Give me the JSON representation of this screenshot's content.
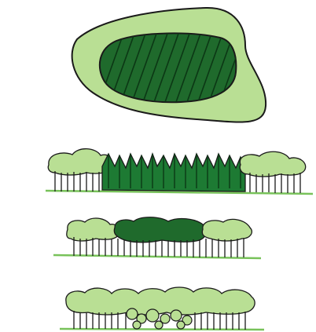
{
  "figure": {
    "colors": {
      "outline": "#1a1a1a",
      "pale_green": "#b9df94",
      "light_green": "#a6d47e",
      "mid_green": "#6cb84c",
      "dark_green": "#1f6a2c",
      "darker_green": "#134d1f",
      "conifer_green": "#1d7a33",
      "ground_green": "#78c25a"
    },
    "panels": [
      {
        "id": "plan",
        "label": ""
      },
      {
        "id": "section-conifer-core",
        "label": ""
      },
      {
        "id": "section-dense-core",
        "label": ""
      },
      {
        "id": "section-understory",
        "label": ""
      }
    ]
  }
}
